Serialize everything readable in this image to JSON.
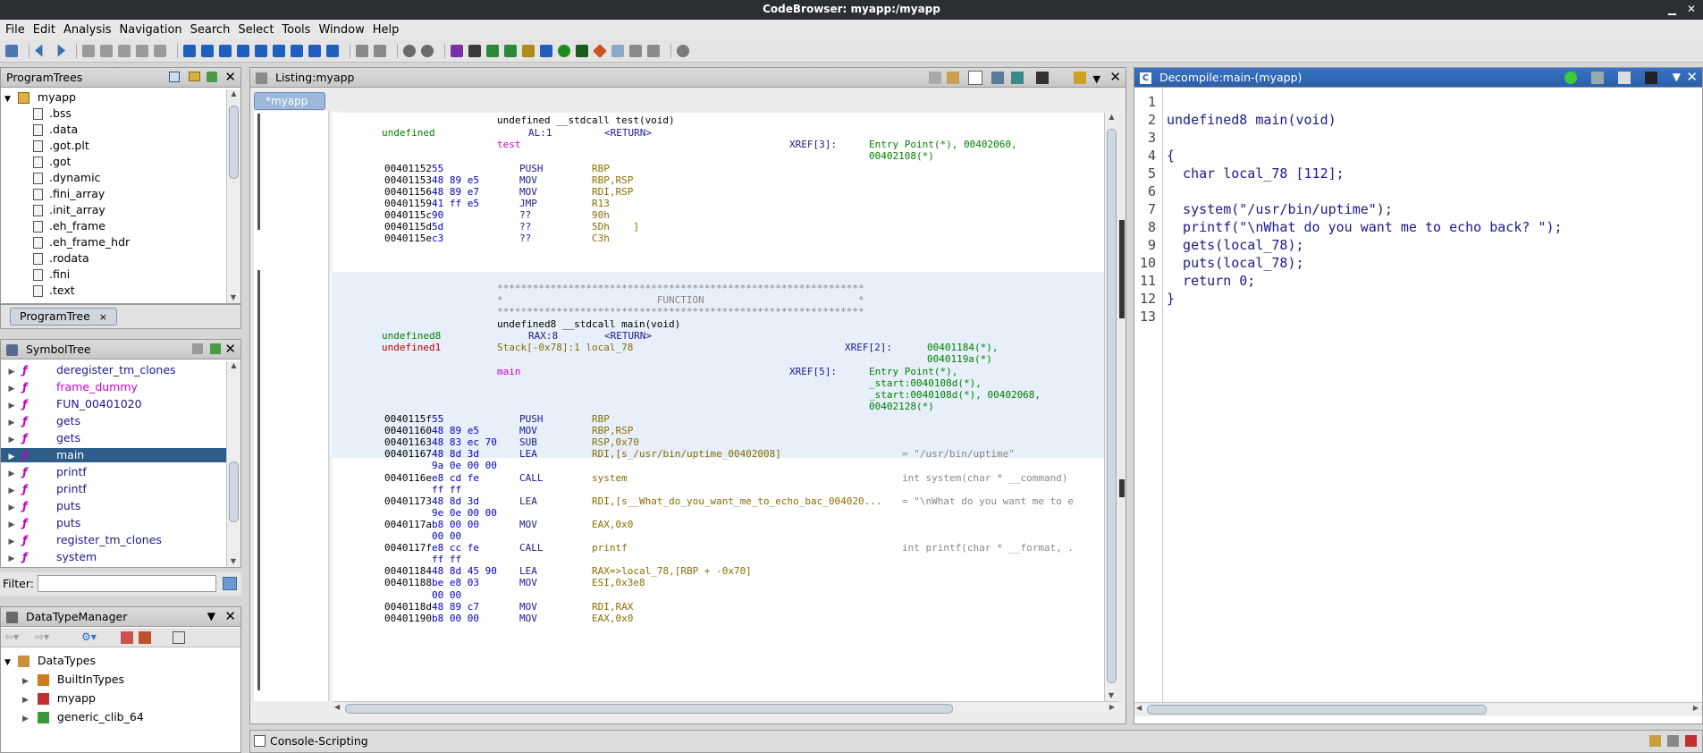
{
  "window": {
    "title": "CodeBrowser: myapp:/myapp",
    "minimize": "▁",
    "close": "✕"
  },
  "menu": [
    "File",
    "Edit",
    "Analysis",
    "Navigation",
    "Search",
    "Select",
    "Tools",
    "Window",
    "Help"
  ],
  "program_trees": {
    "title": "ProgramTrees",
    "root": "myapp",
    "items": [
      ".bss",
      ".data",
      ".got.plt",
      ".got",
      ".dynamic",
      ".fini_array",
      ".init_array",
      ".eh_frame",
      ".eh_frame_hdr",
      ".rodata",
      ".fini",
      ".text"
    ],
    "tab": "ProgramTree",
    "tab_close": "×"
  },
  "symbol_tree": {
    "title": "SymbolTree",
    "items": [
      {
        "name": "deregister_tm_clones",
        "color": "#1a1a8c",
        "selected": false
      },
      {
        "name": "frame_dummy",
        "color": "#cc00cc",
        "selected": false
      },
      {
        "name": "FUN_00401020",
        "color": "#1a1a8c",
        "selected": false
      },
      {
        "name": "gets",
        "color": "#1a1a8c",
        "selected": false
      },
      {
        "name": "gets",
        "color": "#1a1a8c",
        "selected": false
      },
      {
        "name": "main",
        "color": "#ffffff",
        "selected": true
      },
      {
        "name": "printf",
        "color": "#1a1a8c",
        "selected": false
      },
      {
        "name": "printf",
        "color": "#1a1a8c",
        "selected": false
      },
      {
        "name": "puts",
        "color": "#1a1a8c",
        "selected": false
      },
      {
        "name": "puts",
        "color": "#1a1a8c",
        "selected": false
      },
      {
        "name": "register_tm_clones",
        "color": "#1a1a8c",
        "selected": false
      },
      {
        "name": "system",
        "color": "#1a1a8c",
        "selected": false
      }
    ],
    "filter_label": "Filter:",
    "filter_value": ""
  },
  "datatype_manager": {
    "title": "DataTypeManager",
    "root": "DataTypes",
    "items": [
      "BuiltInTypes",
      "myapp",
      "generic_clib_64"
    ]
  },
  "listing": {
    "title": "Listing:myapp",
    "tab": "*myapp",
    "tab_close": "✕",
    "header1": {
      "sig": "undefined __stdcall test(void)",
      "ret_type": "undefined",
      "ret_reg": "AL:1",
      "ret_tag": "<RETURN>",
      "label": "test",
      "xref": "XREF[3]:",
      "xref_vals1": "Entry Point(*), 00402060,",
      "xref_vals2": "00402108(*)"
    },
    "block1": [
      {
        "addr": "00401152",
        "bytes": "55",
        "mn": "PUSH",
        "op": "RBP"
      },
      {
        "addr": "00401153",
        "bytes": "48 89 e5",
        "mn": "MOV",
        "op": "RBP,RSP"
      },
      {
        "addr": "00401156",
        "bytes": "48 89 e7",
        "mn": "MOV",
        "op": "RDI,RSP"
      },
      {
        "addr": "00401159",
        "bytes": "41 ff e5",
        "mn": "JMP",
        "op": "R13"
      },
      {
        "addr": "0040115c",
        "bytes": "90",
        "mn": "??",
        "op": "90h"
      },
      {
        "addr": "0040115d",
        "bytes": "5d",
        "mn": "??",
        "op": "5Dh    ]"
      },
      {
        "addr": "0040115e",
        "bytes": "c3",
        "mn": "??",
        "op": "C3h"
      }
    ],
    "func_banner1": "**************************************************************",
    "func_banner2": "*                          FUNCTION                          *",
    "func_banner3": "**************************************************************",
    "header2": {
      "sig": "undefined8 __stdcall main(void)",
      "ret_type": "undefined8",
      "ret_reg": "RAX:8",
      "ret_tag": "<RETURN>",
      "local_type": "undefined1",
      "local_loc": "Stack[-0x78]:1 local_78",
      "local_xref": "XREF[2]:",
      "local_xref1": "00401184(*),",
      "local_xref2": "0040119a(*)",
      "label": "main",
      "xref": "XREF[5]:",
      "x1": "Entry Point(*),",
      "x2": "_start:0040108d(*),",
      "x3": "_start:0040108d(*), 00402068,",
      "x4": "00402128(*)"
    },
    "block2": [
      {
        "addr": "0040115f",
        "bytes": "55",
        "mn": "PUSH",
        "op": "RBP",
        "cmt": ""
      },
      {
        "addr": "00401160",
        "bytes": "48 89 e5",
        "mn": "MOV",
        "op": "RBP,RSP",
        "cmt": ""
      },
      {
        "addr": "00401163",
        "bytes": "48 83 ec 70",
        "mn": "SUB",
        "op": "RSP,0x70",
        "cmt": ""
      },
      {
        "addr": "00401167",
        "bytes": "48 8d 3d",
        "mn": "LEA",
        "op": "RDI,[s_/usr/bin/uptime_00402008]",
        "cmt": "= \"/usr/bin/uptime\""
      },
      {
        "addr": "",
        "bytes": "9a 0e 00 00",
        "mn": "",
        "op": "",
        "cmt": ""
      },
      {
        "addr": "0040116e",
        "bytes": "e8 cd fe",
        "mn": "CALL",
        "op": "system",
        "cmt": "int system(char * __command)"
      },
      {
        "addr": "",
        "bytes": "ff ff",
        "mn": "",
        "op": "",
        "cmt": ""
      },
      {
        "addr": "00401173",
        "bytes": "48 8d 3d",
        "mn": "LEA",
        "op": "RDI,[s__What_do_you_want_me_to_echo_bac_004020...",
        "cmt": "= \"\\nWhat do you want me to e"
      },
      {
        "addr": "",
        "bytes": "9e 0e 00 00",
        "mn": "",
        "op": "",
        "cmt": ""
      },
      {
        "addr": "0040117a",
        "bytes": "b8 00 00",
        "mn": "MOV",
        "op": "EAX,0x0",
        "cmt": ""
      },
      {
        "addr": "",
        "bytes": "00 00",
        "mn": "",
        "op": "",
        "cmt": ""
      },
      {
        "addr": "0040117f",
        "bytes": "e8 cc fe",
        "mn": "CALL",
        "op": "printf",
        "cmt": "int printf(char * __format, ."
      },
      {
        "addr": "",
        "bytes": "ff ff",
        "mn": "",
        "op": "",
        "cmt": ""
      },
      {
        "addr": "00401184",
        "bytes": "48 8d 45 90",
        "mn": "LEA",
        "op": "RAX=>local_78,[RBP + -0x70]",
        "cmt": ""
      },
      {
        "addr": "00401188",
        "bytes": "be e8 03",
        "mn": "MOV",
        "op": "ESI,0x3e8",
        "cmt": ""
      },
      {
        "addr": "",
        "bytes": "00 00",
        "mn": "",
        "op": "",
        "cmt": ""
      },
      {
        "addr": "0040118d",
        "bytes": "48 89 c7",
        "mn": "MOV",
        "op": "RDI,RAX",
        "cmt": ""
      },
      {
        "addr": "00401190",
        "bytes": "b8 00 00",
        "mn": "MOV",
        "op": "EAX,0x0",
        "cmt": ""
      }
    ]
  },
  "decompile": {
    "title": "Decompile:main-(myapp)",
    "lines": [
      {
        "n": "1",
        "code": ""
      },
      {
        "n": "2",
        "code": "undefined8 main(void)"
      },
      {
        "n": "3",
        "code": ""
      },
      {
        "n": "4",
        "code": "{"
      },
      {
        "n": "5",
        "code": "  char local_78 [112];"
      },
      {
        "n": "6",
        "code": ""
      },
      {
        "n": "7",
        "code": "  system(\"/usr/bin/uptime\");"
      },
      {
        "n": "8",
        "code": "  printf(\"\\nWhat do you want me to echo back? \");"
      },
      {
        "n": "9",
        "code": "  gets(local_78);"
      },
      {
        "n": "10",
        "code": "  puts(local_78);"
      },
      {
        "n": "11",
        "code": "  return 0;"
      },
      {
        "n": "12",
        "code": "}"
      },
      {
        "n": "13",
        "code": ""
      }
    ]
  },
  "console": {
    "title": "Console-Scripting"
  }
}
